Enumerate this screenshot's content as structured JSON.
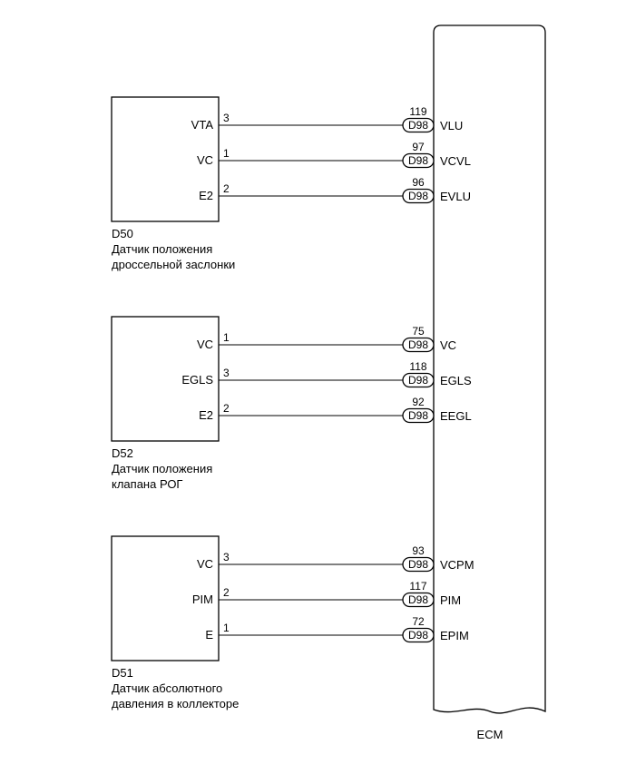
{
  "ecm": {
    "label": "ECM"
  },
  "components": [
    {
      "id": "D50",
      "caption_lines": [
        "Датчик положения",
        "дроссельной заслонки"
      ],
      "wires": [
        {
          "pin_name": "VTA",
          "pin": "3",
          "conn": "D98",
          "ecm_pin": "119",
          "ecm_signal": "VLU"
        },
        {
          "pin_name": "VC",
          "pin": "1",
          "conn": "D98",
          "ecm_pin": "97",
          "ecm_signal": "VCVL"
        },
        {
          "pin_name": "E2",
          "pin": "2",
          "conn": "D98",
          "ecm_pin": "96",
          "ecm_signal": "EVLU"
        }
      ]
    },
    {
      "id": "D52",
      "caption_lines": [
        "Датчик положения",
        "клапана РОГ"
      ],
      "wires": [
        {
          "pin_name": "VC",
          "pin": "1",
          "conn": "D98",
          "ecm_pin": "75",
          "ecm_signal": "VC"
        },
        {
          "pin_name": "EGLS",
          "pin": "3",
          "conn": "D98",
          "ecm_pin": "118",
          "ecm_signal": "EGLS"
        },
        {
          "pin_name": "E2",
          "pin": "2",
          "conn": "D98",
          "ecm_pin": "92",
          "ecm_signal": "EEGL"
        }
      ]
    },
    {
      "id": "D51",
      "caption_lines": [
        "Датчик абсолютного",
        "давления в коллекторе"
      ],
      "wires": [
        {
          "pin_name": "VC",
          "pin": "3",
          "conn": "D98",
          "ecm_pin": "93",
          "ecm_signal": "VCPM"
        },
        {
          "pin_name": "PIM",
          "pin": "2",
          "conn": "D98",
          "ecm_pin": "117",
          "ecm_signal": "PIM"
        },
        {
          "pin_name": "E",
          "pin": "1",
          "conn": "D98",
          "ecm_pin": "72",
          "ecm_signal": "EPIM"
        }
      ]
    }
  ]
}
